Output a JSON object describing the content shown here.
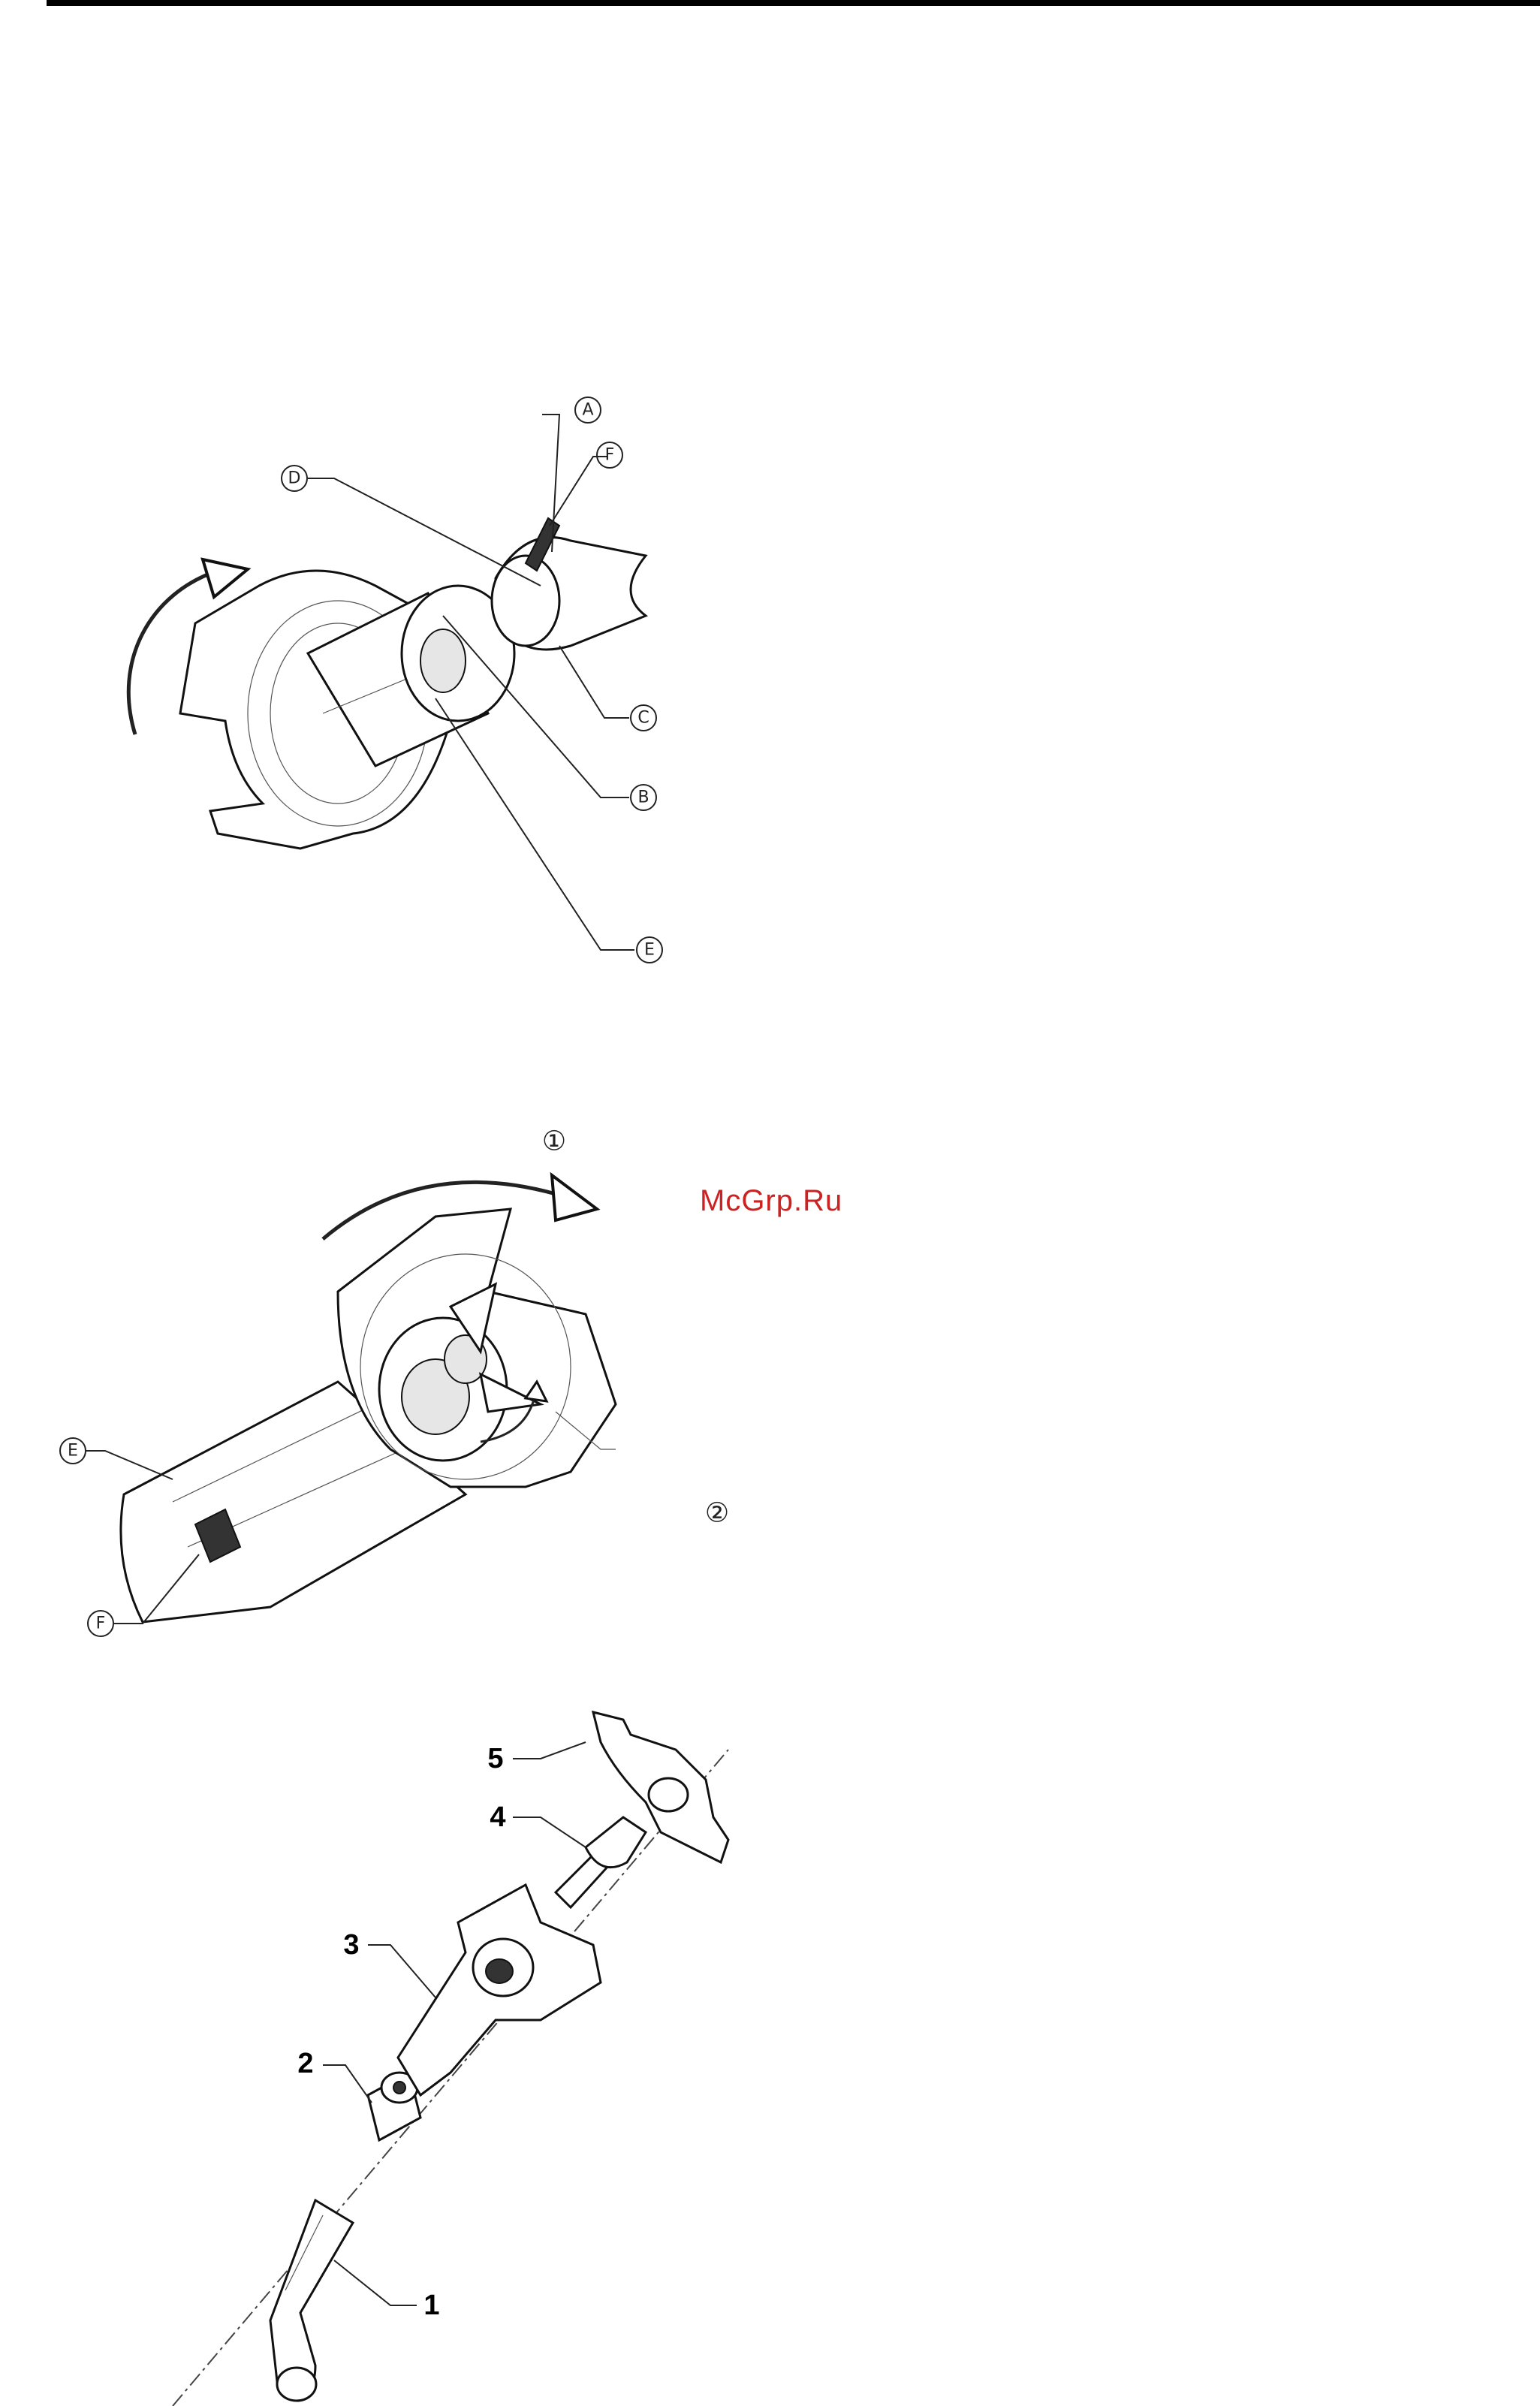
{
  "figure1": {
    "callouts": [
      "A",
      "F",
      "D",
      "C",
      "B",
      "E"
    ]
  },
  "figure2": {
    "step_labels": [
      "①",
      "②"
    ],
    "callouts": [
      "E",
      "F"
    ]
  },
  "figure3": {
    "part_numbers": [
      "5",
      "4",
      "3",
      "2",
      "1"
    ]
  },
  "watermark": "McGrp.Ru"
}
